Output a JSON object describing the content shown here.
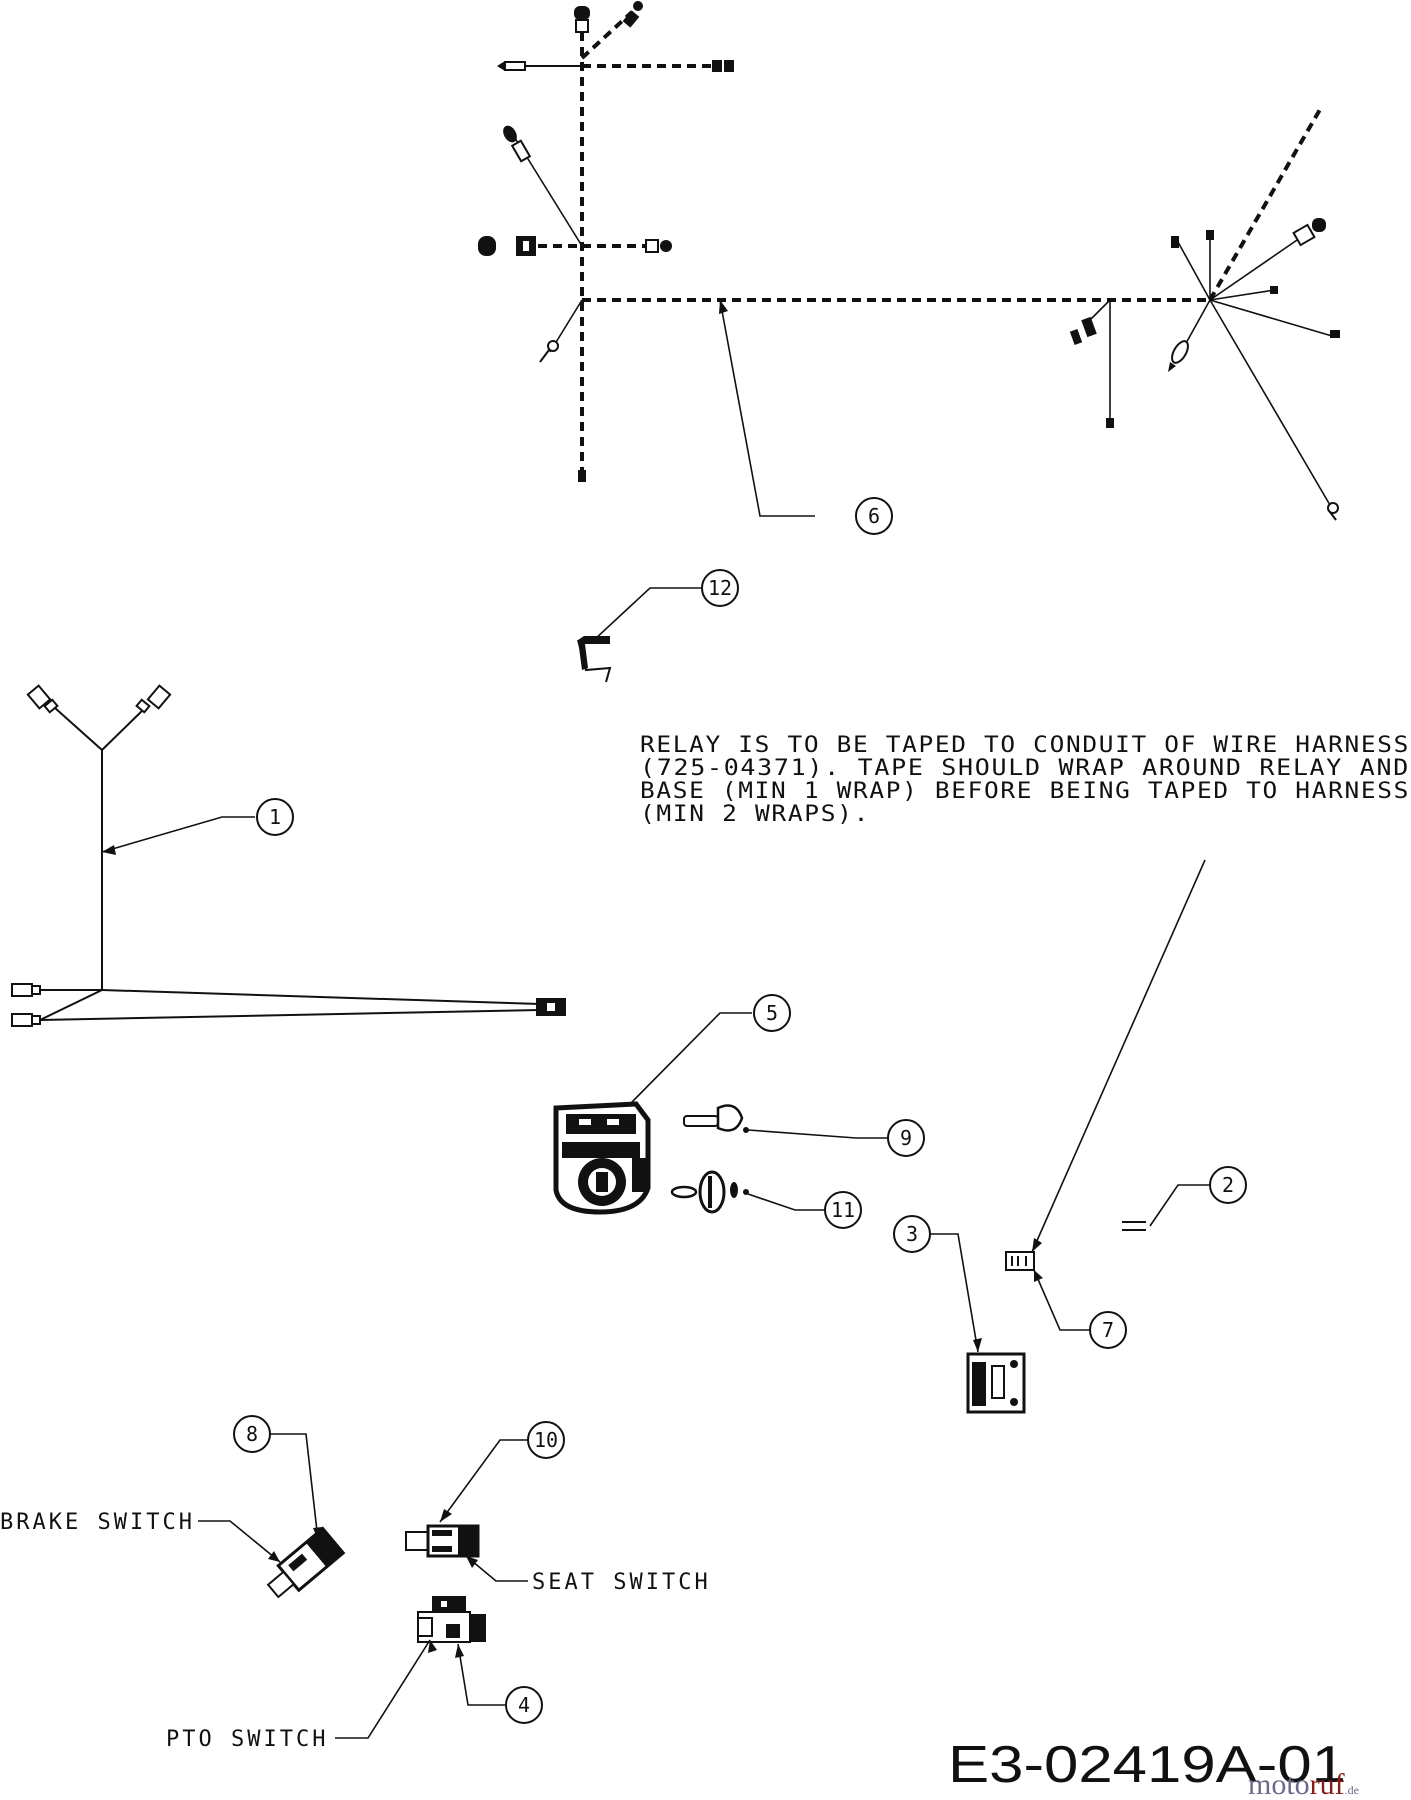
{
  "callouts": [
    "1",
    "2",
    "3",
    "4",
    "5",
    "6",
    "7",
    "8",
    "9",
    "10",
    "11",
    "12"
  ],
  "labels": {
    "brake": "BRAKE SWITCH",
    "seat": "SEAT SWITCH",
    "pto": "PTO SWITCH"
  },
  "note": {
    "line1": "RELAY IS TO BE TAPED TO CONDUIT OF WIRE HARNESS",
    "line2": "(725-04371).  TAPE SHOULD WRAP AROUND RELAY AND",
    "line3": "BASE (MIN 1 WRAP) BEFORE BEING TAPED TO HARNESS",
    "line4": "(MIN 2 WRAPS)."
  },
  "drawing_number": "E3-02419A-01",
  "watermark": {
    "part1": "moto",
    "part2": "ruf",
    "part3": ".de"
  }
}
